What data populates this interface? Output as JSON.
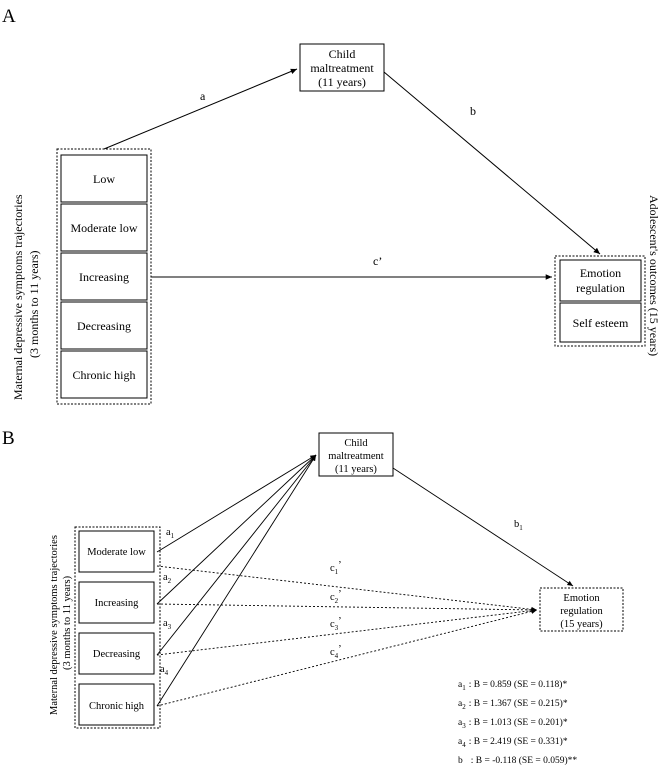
{
  "panel_a": {
    "letter": "A",
    "mediator": [
      "Child",
      "maltreatment",
      "(11 years)"
    ],
    "predictor_label": [
      "Maternal depressive symptoms trajectories",
      "(3 months to 11 years)"
    ],
    "predictor_groups": [
      "Low",
      "Moderate low",
      "Increasing",
      "Decreasing",
      "Chronic high"
    ],
    "outcome_label": "Adolescent's outcomes (15 years)",
    "outcomes": [
      [
        "Emotion",
        "regulation"
      ],
      [
        "Self esteem"
      ]
    ],
    "paths": {
      "a": "a",
      "b": "b",
      "c": "c’"
    }
  },
  "panel_b": {
    "letter": "B",
    "mediator": [
      "Child",
      "maltreatment",
      "(11 years)"
    ],
    "predictor_label": [
      "Maternal depressive  symptoms trajectories",
      "(3 months to 11 years)"
    ],
    "predictor_groups": [
      "Moderate low",
      "Increasing",
      "Decreasing",
      "Chronic high"
    ],
    "outcome": [
      "Emotion",
      "regulation",
      "(15 years)"
    ],
    "a_paths": [
      {
        "base": "a",
        "sub": "1"
      },
      {
        "base": "a",
        "sub": "2"
      },
      {
        "base": "a",
        "sub": "3"
      },
      {
        "base": "a",
        "sub": "4"
      }
    ],
    "b_path": {
      "base": "b",
      "sub": "1"
    },
    "c_paths": [
      {
        "base": "c",
        "sub": "1",
        "sup": "’"
      },
      {
        "base": "c",
        "sub": "2",
        "sup": "’"
      },
      {
        "base": "c",
        "sub": "3",
        "sup": "’"
      },
      {
        "base": "c",
        "sub": "4",
        "sup": "’"
      }
    ],
    "coefficients": [
      {
        "base": "a",
        "sub": "1",
        "text": ": B = 0.859 (SE = 0.118)",
        "sig": "*"
      },
      {
        "base": "a",
        "sub": "2",
        "text": ": B = 1.367 (SE = 0.215)",
        "sig": "*"
      },
      {
        "base": "a",
        "sub": "3",
        "text": ": B = 1.013 (SE = 0.201)",
        "sig": "*"
      },
      {
        "base": "a",
        "sub": "4",
        "text": ": B = 2.419 (SE = 0.331)",
        "sig": "*"
      },
      {
        "base": "b",
        "sub": "",
        "text": ": B = -0.118 (SE = 0.059)",
        "sig": "**"
      }
    ]
  }
}
